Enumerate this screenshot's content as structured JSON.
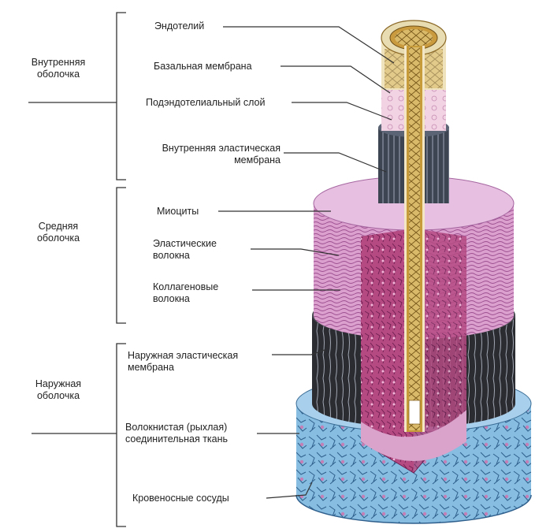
{
  "groups": {
    "inner": "Внутренняя\nоболочка",
    "middle": "Средняя\nоболочка",
    "outer": "Наружная\nоболочка"
  },
  "labels": {
    "endothelium": "Эндотелий",
    "basal_membrane": "Базальная мембрана",
    "subendothelial": "Подэндотелиальный слой",
    "internal_elastic": "Внутренняя эластическая\nмембрана",
    "myocytes": "Миоциты",
    "elastic_fibers": "Эластические\nволокна",
    "collagen_fibers": "Коллагеновые\nволокна",
    "external_elastic": "Наружная эластическая\nмембрана",
    "loose_tissue": "Волокнистая (рыхлая)\nсоединительная ткань",
    "vasa_vasorum": "Кровеносные сосуды"
  },
  "colors": {
    "endothelium": "#d8b96a",
    "lumen_wall": "#c9a045",
    "subendothelial": "#efc9de",
    "internal_elastic": "#3f4652",
    "media": "#d48ec4",
    "media_cut": "#b8467e",
    "external_elastic": "#2c2c30",
    "adventitia": "#7fb8dc",
    "line": "#333333"
  }
}
